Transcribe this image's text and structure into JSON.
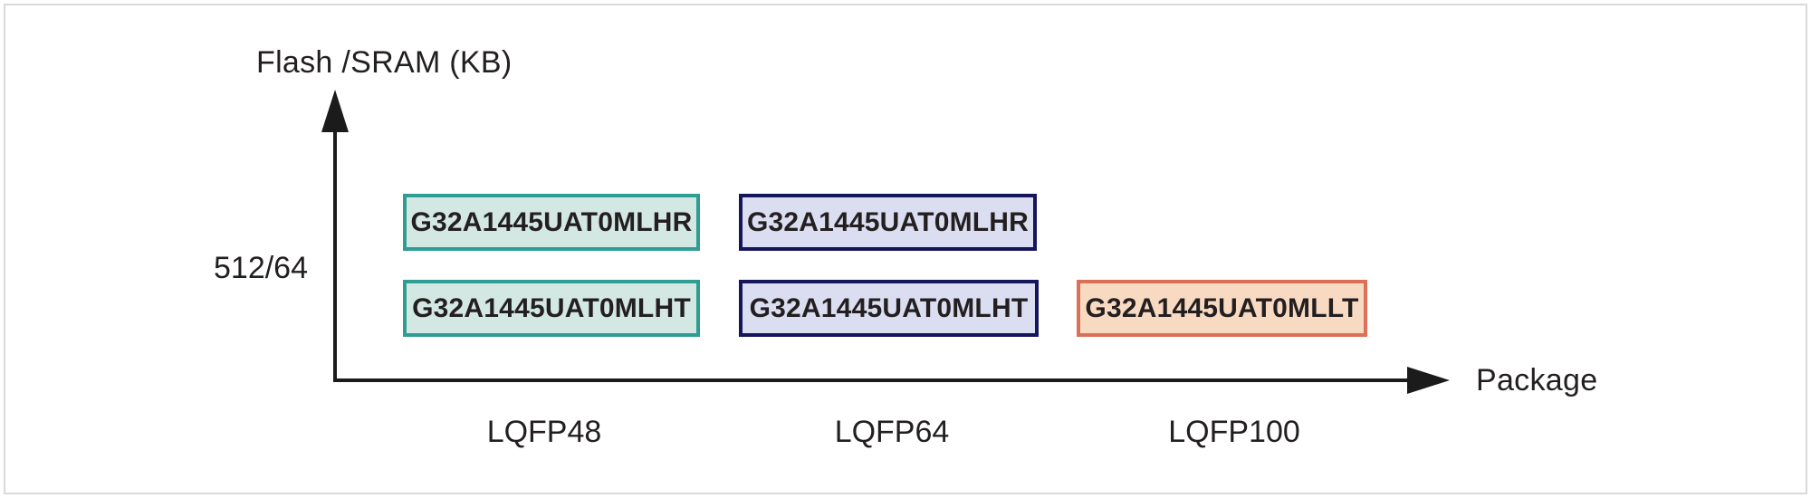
{
  "chart_data": {
    "type": "scatter",
    "title": "",
    "xlabel": "Package",
    "ylabel": "Flash /SRAM (KB)",
    "x_categories": [
      "LQFP48",
      "LQFP64",
      "LQFP100"
    ],
    "y_categories": [
      "512/64"
    ],
    "grid": false,
    "legend": null,
    "points": [
      {
        "label": "G32A1445UAT0MLHR",
        "x": "LQFP48",
        "y": "512/64",
        "row": 1,
        "theme": "teal"
      },
      {
        "label": "G32A1445UAT0MLHR",
        "x": "LQFP64",
        "y": "512/64",
        "row": 1,
        "theme": "navy"
      },
      {
        "label": "G32A1445UAT0MLHT",
        "x": "LQFP48",
        "y": "512/64",
        "row": 2,
        "theme": "teal"
      },
      {
        "label": "G32A1445UAT0MLHT",
        "x": "LQFP64",
        "y": "512/64",
        "row": 2,
        "theme": "navy"
      },
      {
        "label": "G32A1445UAT0MLLT",
        "x": "LQFP100",
        "y": "512/64",
        "row": 2,
        "theme": "salmon"
      }
    ]
  },
  "colors": {
    "teal": {
      "border": "#2E9D94",
      "fill": "#D3E8E2"
    },
    "navy": {
      "border": "#15155C",
      "fill": "#DBDDF1"
    },
    "salmon": {
      "border": "#DB7058",
      "fill": "#F8DAC3"
    },
    "axis": "#1B1B1B",
    "text": "#231F20",
    "frame": "#DADADA"
  }
}
